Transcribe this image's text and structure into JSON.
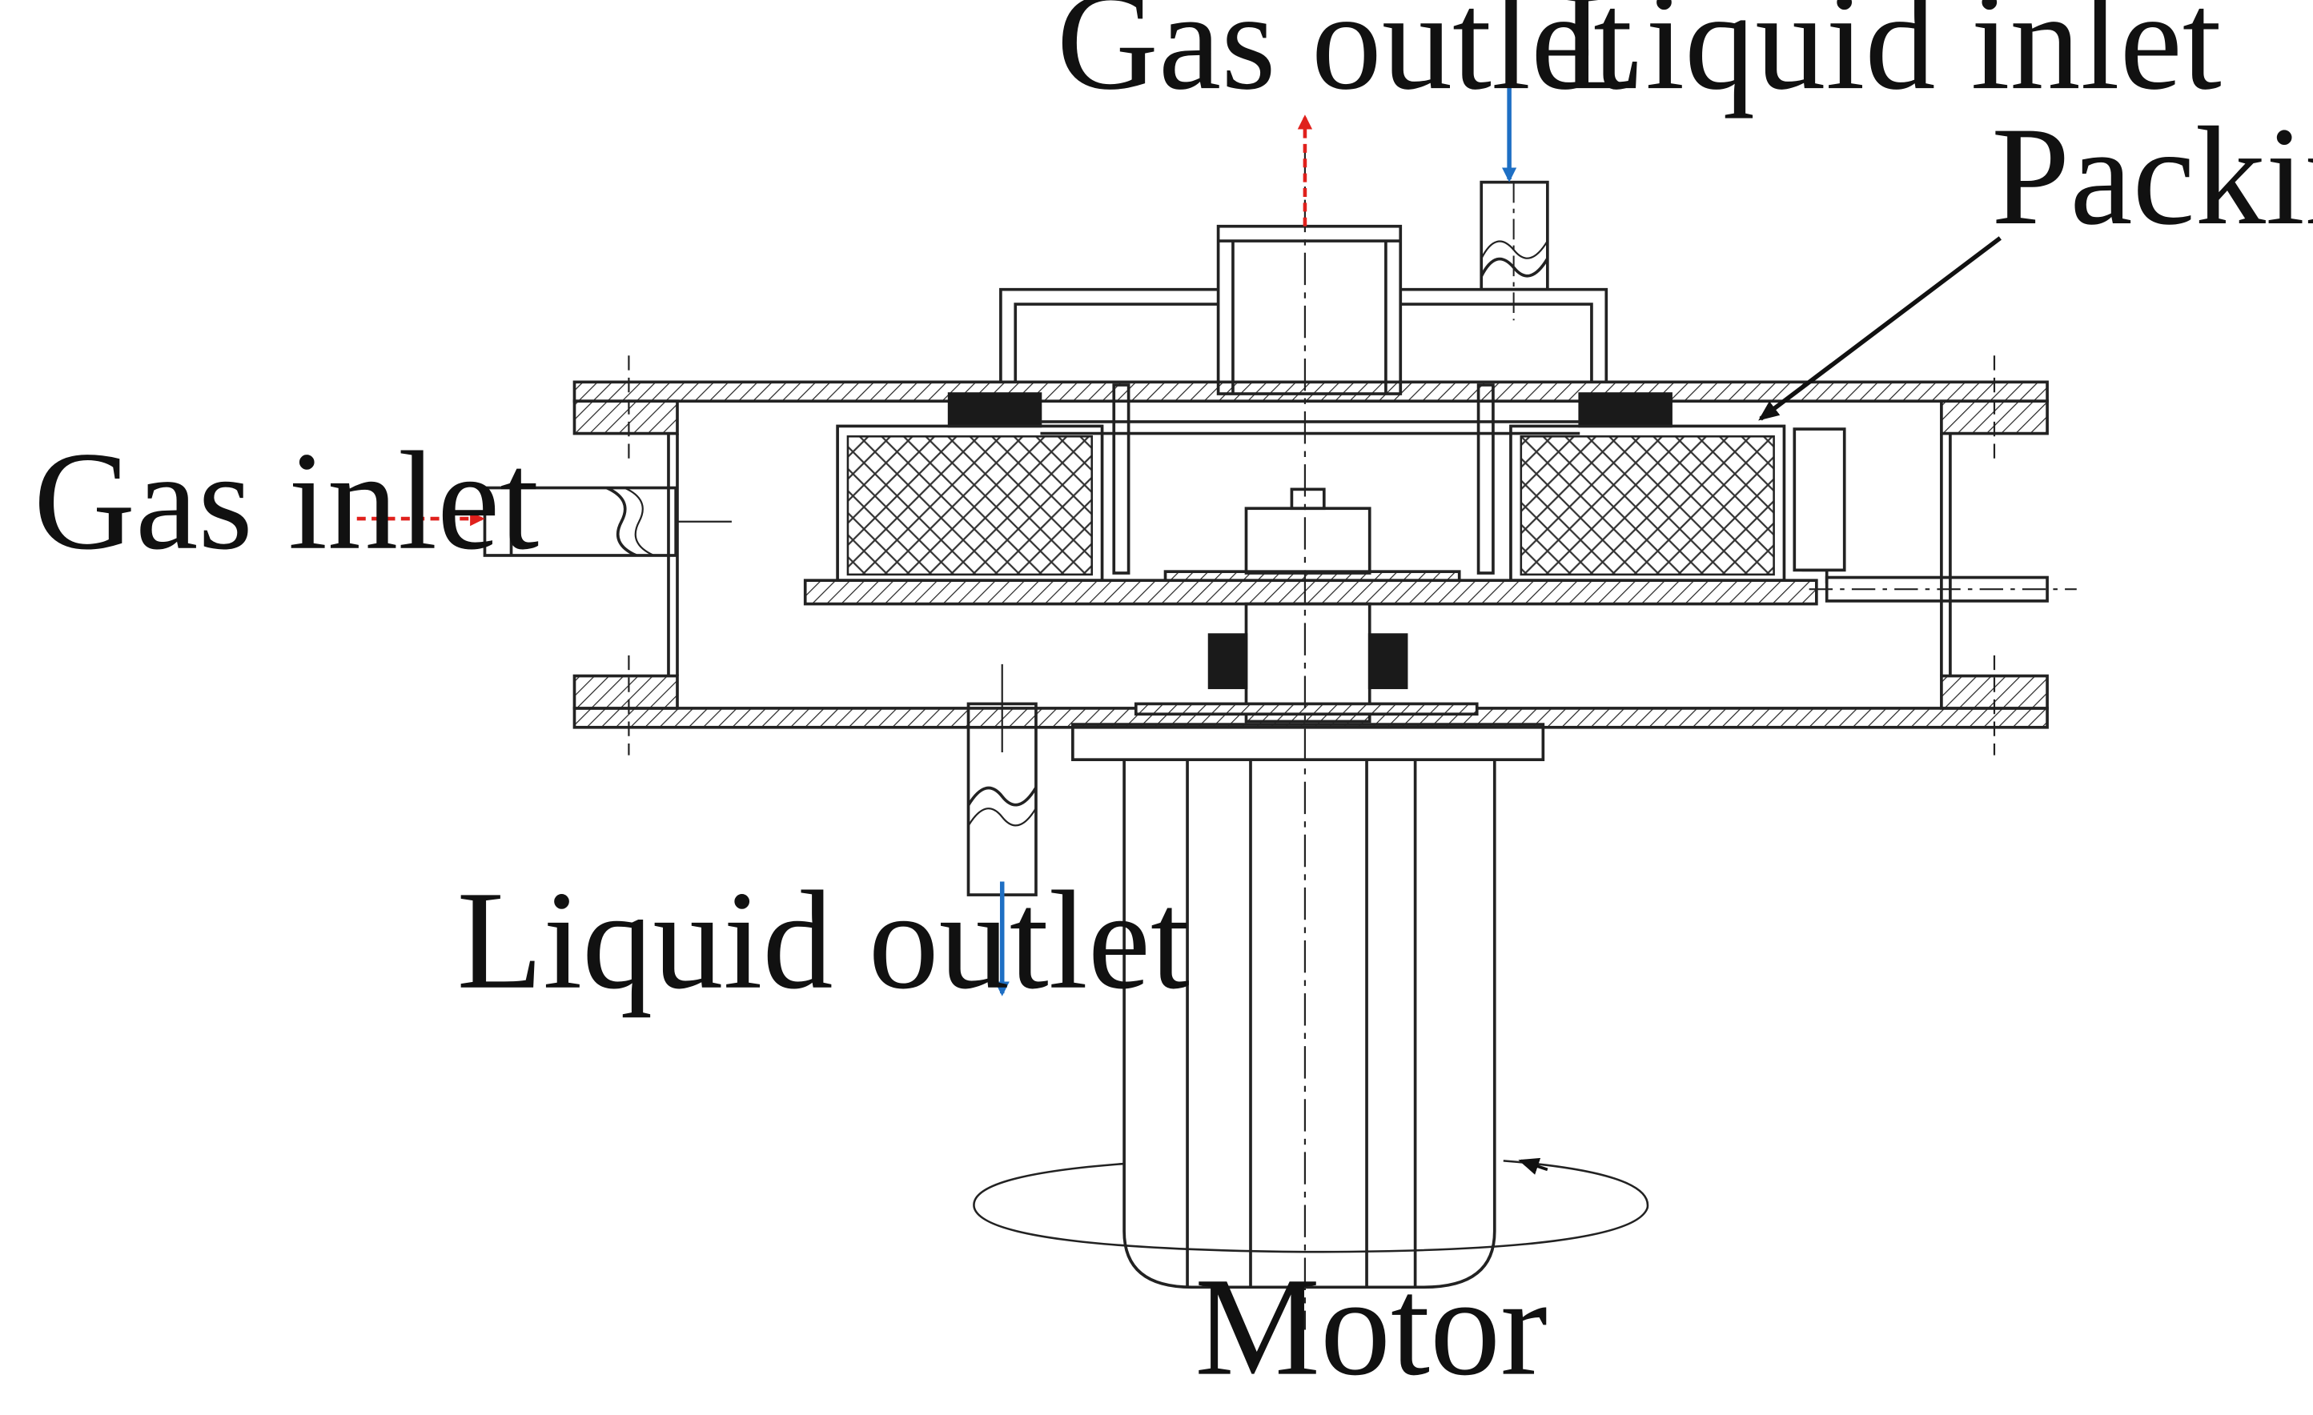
{
  "labels": {
    "gas_outlet": "Gas outlet",
    "liquid_inlet": "Liquid inlet",
    "packing": "Packing",
    "gas_inlet": "Gas inlet",
    "liquid_outlet": "Liquid outlet",
    "motor": "Motor"
  },
  "colors": {
    "gas_flow": "#e0201c",
    "liquid_flow": "#1e6fc4",
    "line": "#222222",
    "seal": "#1a1a1a",
    "background": "#ffffff"
  }
}
